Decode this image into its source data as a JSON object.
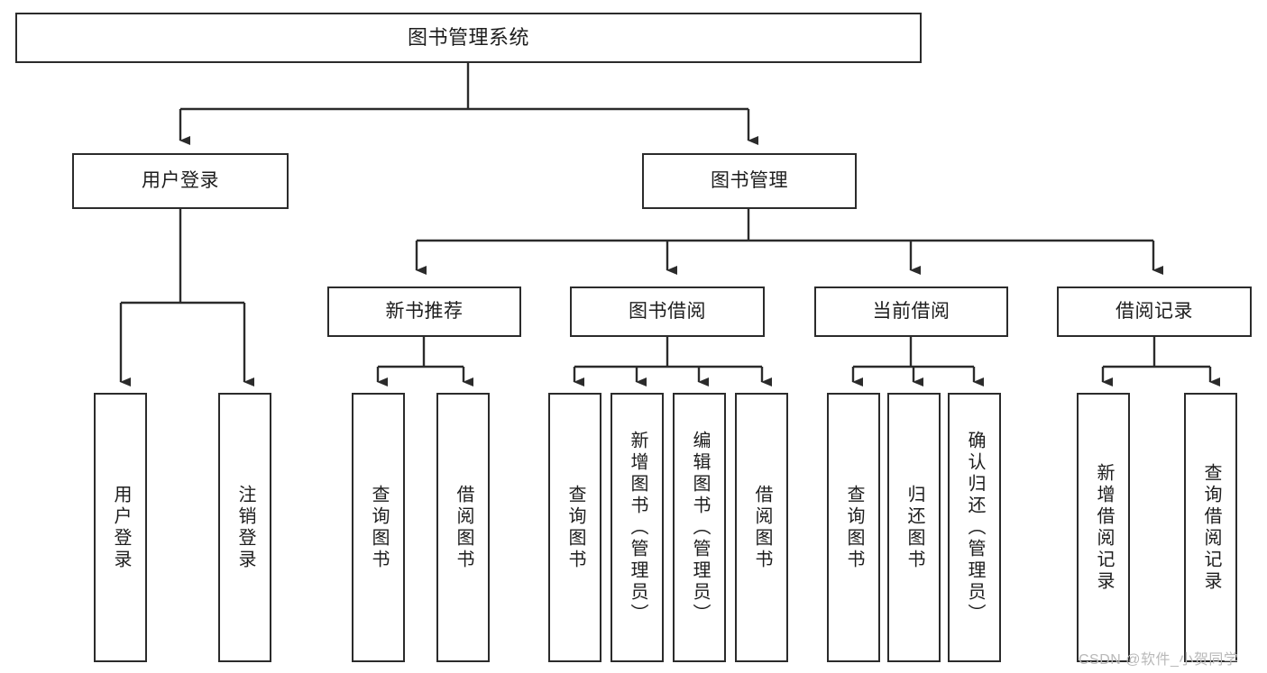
{
  "diagram": {
    "title": "图书管理系统",
    "type": "tree",
    "colors": {
      "background": "#ffffff",
      "box_border": "#2b2b2b",
      "box_fill": "#ffffff",
      "text": "#1d1d1d",
      "connector": "#2b2b2b",
      "watermark": "#b9b9b9"
    },
    "root": {
      "label": "图书管理系统"
    },
    "level2": [
      {
        "label": "用户登录"
      },
      {
        "label": "图书管理"
      }
    ],
    "level3": [
      {
        "label": "新书推荐"
      },
      {
        "label": "图书借阅"
      },
      {
        "label": "当前借阅"
      },
      {
        "label": "借阅记录"
      }
    ],
    "leaves": {
      "user_login": [
        {
          "label": "用户登录"
        },
        {
          "label": "注销登录"
        }
      ],
      "new_book": [
        {
          "label": "查询图书"
        },
        {
          "label": "借阅图书"
        }
      ],
      "borrow": [
        {
          "label": "查询图书"
        },
        {
          "label": "新增图书（管理员）"
        },
        {
          "label": "编辑图书（管理员）"
        },
        {
          "label": "借阅图书"
        }
      ],
      "current": [
        {
          "label": "查询图书"
        },
        {
          "label": "归还图书"
        },
        {
          "label": "确认归还（管理员）"
        }
      ],
      "records": [
        {
          "label": "新增借阅记录"
        },
        {
          "label": "查询借阅记录"
        }
      ]
    }
  },
  "watermark": {
    "text": "CSDN @软件_小贺同学"
  }
}
